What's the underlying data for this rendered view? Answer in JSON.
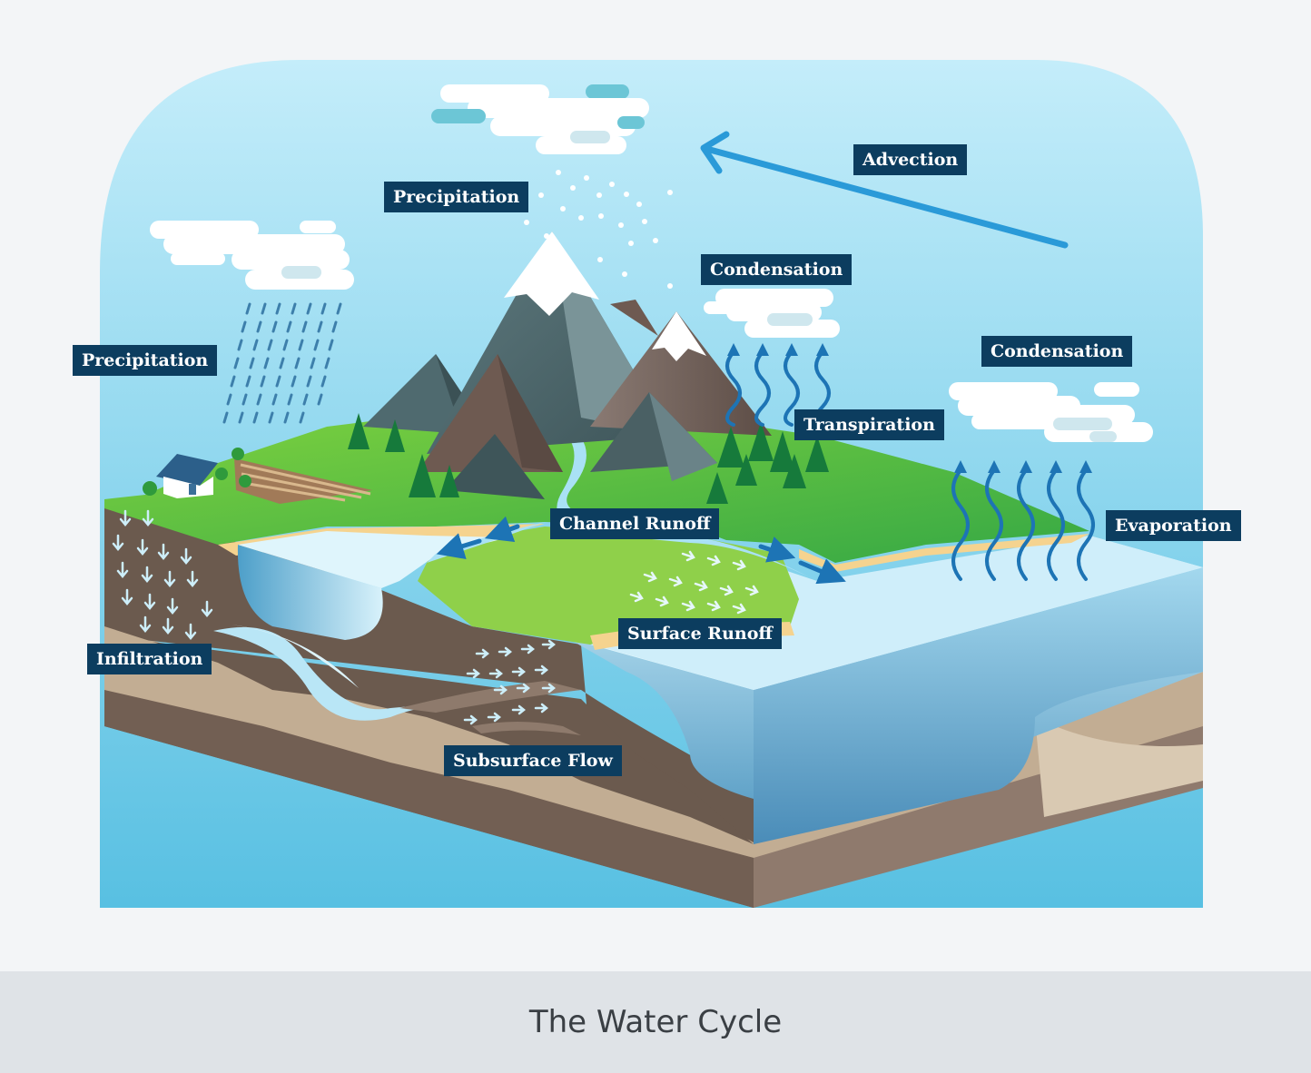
{
  "title": "The Water Cycle",
  "labels": {
    "precipitation_top": "Precipitation",
    "precipitation_left": "Precipitation",
    "advection": "Advection",
    "condensation_center": "Condensation",
    "condensation_right": "Condensation",
    "transpiration": "Transpiration",
    "evaporation": "Evaporation",
    "channel_runoff": "Channel Runoff",
    "surface_runoff": "Surface Runoff",
    "infiltration": "Infiltration",
    "subsurface_flow": "Subsurface Flow"
  },
  "colors": {
    "label_bg": "#0c3d5f",
    "sky_top": "#bfeaf8",
    "sky_bottom": "#5fc3e4",
    "arrow_blue": "#2a8fd6",
    "grass": "#58c13a",
    "soil": "#6e5d51",
    "water": "#8fd3ee"
  }
}
